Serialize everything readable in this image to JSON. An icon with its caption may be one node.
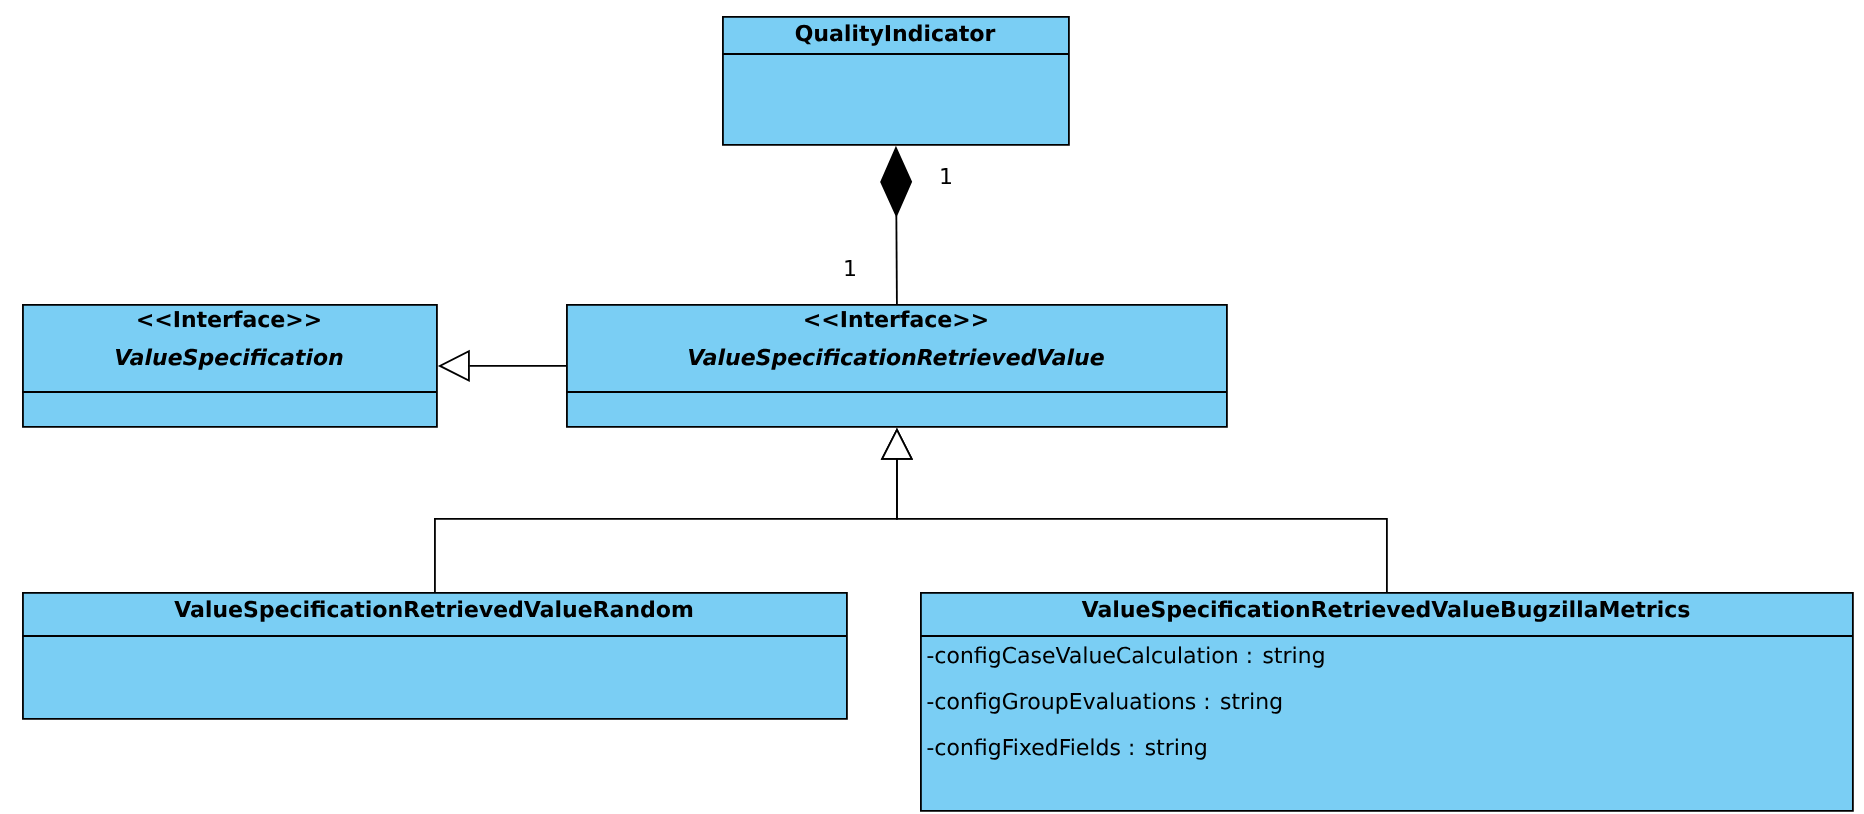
{
  "diagram": {
    "nodes": [
      {
        "text": [
          "QualityIndicator"
        ]
      },
      {
        "text": [
          "<<Interface>>",
          "ValueSpecification"
        ]
      },
      {
        "text": [
          "<<Interface>>",
          "ValueSpecificationRetrievedValue"
        ]
      },
      {
        "text": [
          "ValueSpecificationRetrievedValueRandom"
        ]
      },
      {
        "text": [
          "ValueSpecificationRetrievedValueBugzillaMetrics",
          "-configCaseValueCalculation : string",
          "-configGroupEvaluations : string",
          "-configFixedFields : string"
        ]
      }
    ],
    "edges": [
      {
        "from": 2,
        "to": 0,
        "arrow": "other"
      },
      {
        "from": 2,
        "to": 1,
        "arrow": "to"
      },
      {
        "from": 3,
        "to": 2,
        "arrow": "to"
      },
      {
        "from": 4,
        "to": 2,
        "arrow": "to"
      }
    ],
    "labels": [
      "1",
      "1"
    ]
  }
}
